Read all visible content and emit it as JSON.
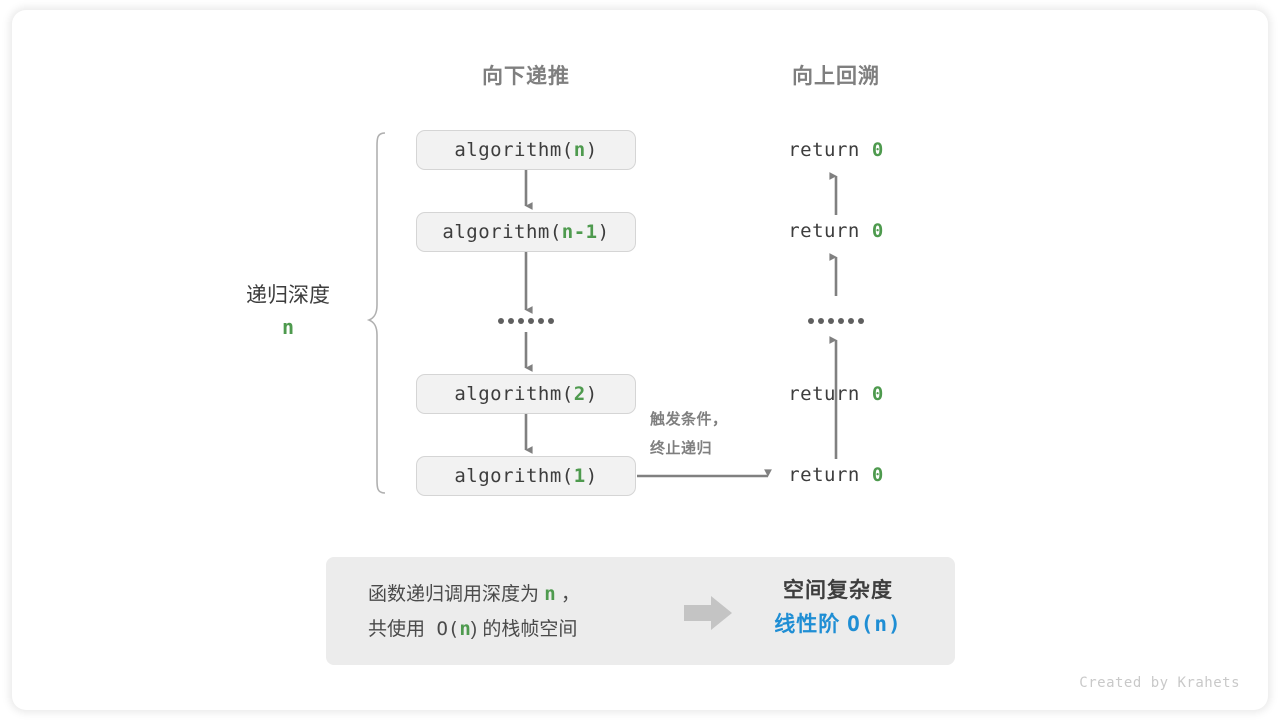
{
  "figure": {
    "background_color": "#ffffff",
    "accent_green": "#4e9a4e",
    "accent_blue": "#1f8ed4",
    "gray_text": "#7f7f7f",
    "box_fill": "#f2f2f2",
    "panel_fill": "#ececec"
  },
  "headers": {
    "descend": "向下递推",
    "ascend": "向上回溯"
  },
  "depth": {
    "label": "递归深度",
    "value": "n"
  },
  "calls": [
    {
      "prefix": "algorithm(",
      "arg": "n",
      "suffix": ")"
    },
    {
      "prefix": "algorithm(",
      "arg": "n-1",
      "suffix": ")"
    },
    {
      "ellipsis": "••••••"
    },
    {
      "prefix": "algorithm(",
      "arg": "2",
      "suffix": ")"
    },
    {
      "prefix": "algorithm(",
      "arg": "1",
      "suffix": ")"
    }
  ],
  "returns": [
    {
      "keyword": "return",
      "value": "0"
    },
    {
      "keyword": "return",
      "value": "0"
    },
    {
      "ellipsis": "••••••"
    },
    {
      "keyword": "return",
      "value": "0"
    },
    {
      "keyword": "return",
      "value": "0"
    }
  ],
  "trigger_note": {
    "line1": "触发条件，",
    "line2": "终止递归"
  },
  "summary": {
    "left_line1_a": "函数递归调用深度为 ",
    "left_line1_var": "n",
    "left_line1_b": " ，",
    "left_line2_a": "共使用 O(",
    "left_line2_var": "n",
    "left_line2_b": ") 的栈帧空间",
    "arrow_icon": "right-arrow-icon",
    "right_title": "空间复杂度",
    "right_value_label": "线性阶",
    "right_value_bigo": "O(n)"
  },
  "footer": {
    "credit": "Created by Krahets"
  }
}
